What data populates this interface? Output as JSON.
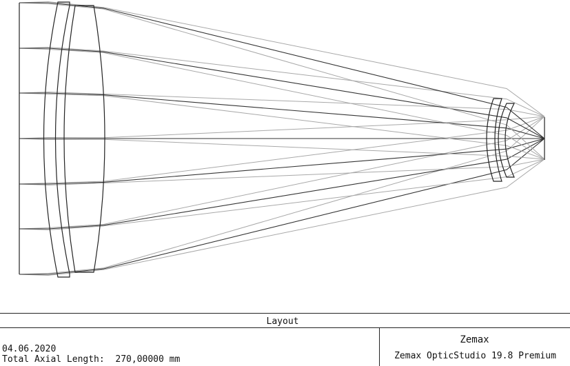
{
  "layout": {
    "title": "Layout",
    "date": "04.06.2020",
    "axial_label": "Total Axial Length:",
    "axial_value": "270,00000 mm",
    "company": "Zemax",
    "product": "Zemax OpticStudio 19.8 Premium"
  },
  "colors": {
    "lens": "#222222",
    "ray_dark": "#333333",
    "ray_light": "#a8a8a8",
    "frame": "#222222"
  },
  "diagram": {
    "field_count": 3,
    "rays_per_field": 7,
    "lens_groups": [
      "front-doublet",
      "rear-doublet"
    ]
  }
}
